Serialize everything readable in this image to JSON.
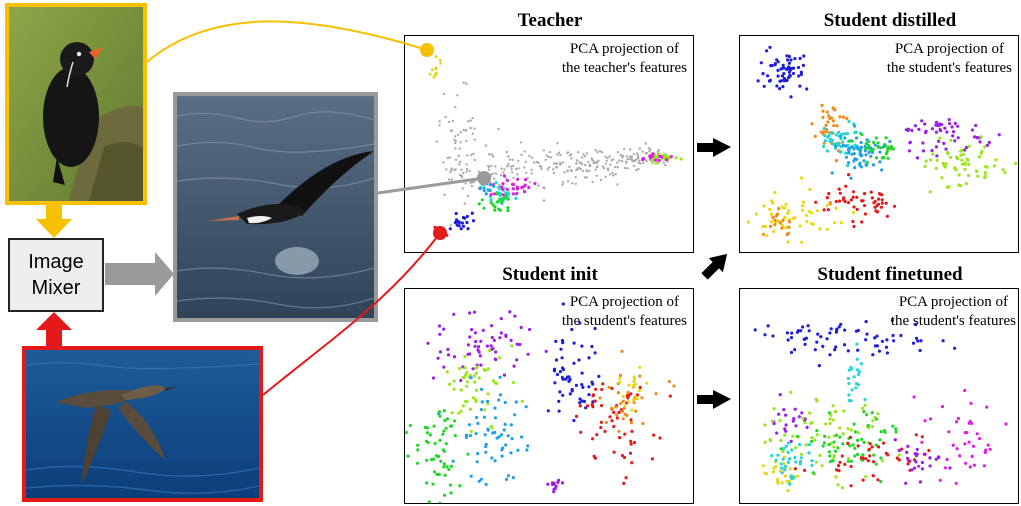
{
  "mixer": {
    "line1": "Image",
    "line2": "Mixer"
  },
  "panels": {
    "teacher": {
      "title": "Teacher",
      "caption1": "PCA projection of",
      "caption2": "the teacher's features"
    },
    "student_init": {
      "title": "Student init",
      "caption1": "PCA projection of",
      "caption2": "the student's features"
    },
    "student_distilled": {
      "title": "Student distilled",
      "caption1": "PCA projection of",
      "caption2": "the student's features"
    },
    "student_finetuned": {
      "title": "Student finetuned",
      "caption1": "PCA projection of",
      "caption2": "the student's features"
    }
  },
  "colors": {
    "yellow_frame": "#f7c000",
    "red_frame": "#e41a1a",
    "gray_arrow": "#9a9a9a",
    "mixer_fill": "#eeeeee",
    "black_arrow": "#000000"
  },
  "icons": [
    "puffin-photo",
    "shearwater-photo",
    "albatross-photo",
    "arrow-right",
    "arrow-up",
    "arrow-down"
  ]
}
